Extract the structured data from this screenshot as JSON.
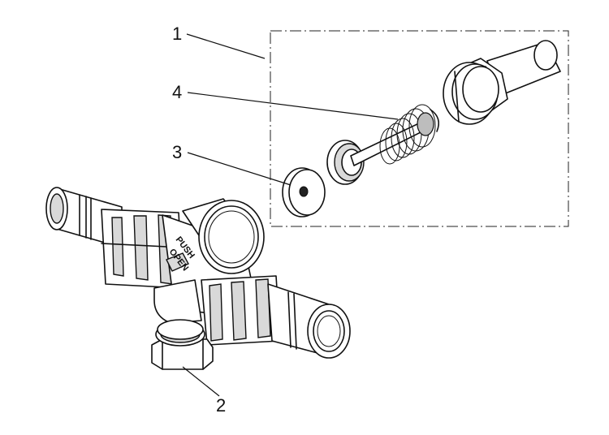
{
  "callouts": [
    {
      "id": "1",
      "label": "1"
    },
    {
      "id": "2",
      "label": "2"
    },
    {
      "id": "3",
      "label": "3"
    },
    {
      "id": "4",
      "label": "4"
    }
  ],
  "valve_body_text": [
    "PUSH",
    "OPEN"
  ],
  "colors": {
    "line": "#111111",
    "background": "#ffffff",
    "shade": "#d9d9d9"
  }
}
